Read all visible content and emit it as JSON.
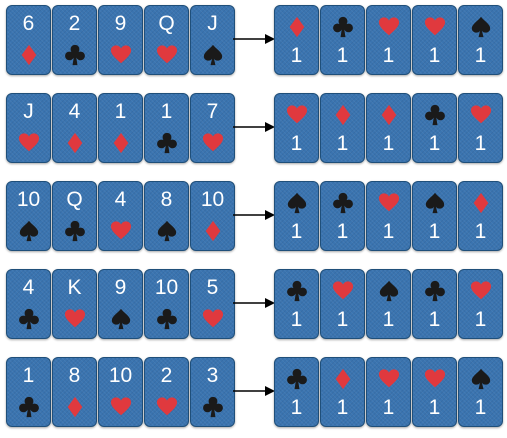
{
  "colors": {
    "card_background": "#3a74b0",
    "red_suit": "#e0393e",
    "black_suit": "#1a1a1a",
    "rank_text": "#ffffff",
    "arrow": "#000000"
  },
  "rows": [
    {
      "left": [
        {
          "rank": "6",
          "suit": "diamond"
        },
        {
          "rank": "2",
          "suit": "club"
        },
        {
          "rank": "9",
          "suit": "heart"
        },
        {
          "rank": "Q",
          "suit": "heart"
        },
        {
          "rank": "J",
          "suit": "spade"
        }
      ],
      "right": [
        {
          "rank": "1",
          "suit": "diamond"
        },
        {
          "rank": "1",
          "suit": "club"
        },
        {
          "rank": "1",
          "suit": "heart"
        },
        {
          "rank": "1",
          "suit": "heart"
        },
        {
          "rank": "1",
          "suit": "spade"
        }
      ]
    },
    {
      "left": [
        {
          "rank": "J",
          "suit": "heart"
        },
        {
          "rank": "4",
          "suit": "diamond"
        },
        {
          "rank": "1",
          "suit": "diamond"
        },
        {
          "rank": "1",
          "suit": "club"
        },
        {
          "rank": "7",
          "suit": "heart"
        }
      ],
      "right": [
        {
          "rank": "1",
          "suit": "heart"
        },
        {
          "rank": "1",
          "suit": "diamond"
        },
        {
          "rank": "1",
          "suit": "diamond"
        },
        {
          "rank": "1",
          "suit": "club"
        },
        {
          "rank": "1",
          "suit": "heart"
        }
      ]
    },
    {
      "left": [
        {
          "rank": "10",
          "suit": "spade"
        },
        {
          "rank": "Q",
          "suit": "club"
        },
        {
          "rank": "4",
          "suit": "heart"
        },
        {
          "rank": "8",
          "suit": "spade"
        },
        {
          "rank": "10",
          "suit": "diamond"
        }
      ],
      "right": [
        {
          "rank": "1",
          "suit": "spade"
        },
        {
          "rank": "1",
          "suit": "club"
        },
        {
          "rank": "1",
          "suit": "heart"
        },
        {
          "rank": "1",
          "suit": "spade"
        },
        {
          "rank": "1",
          "suit": "diamond"
        }
      ]
    },
    {
      "left": [
        {
          "rank": "4",
          "suit": "club"
        },
        {
          "rank": "K",
          "suit": "heart"
        },
        {
          "rank": "9",
          "suit": "spade"
        },
        {
          "rank": "10",
          "suit": "club"
        },
        {
          "rank": "5",
          "suit": "heart"
        }
      ],
      "right": [
        {
          "rank": "1",
          "suit": "club"
        },
        {
          "rank": "1",
          "suit": "heart"
        },
        {
          "rank": "1",
          "suit": "spade"
        },
        {
          "rank": "1",
          "suit": "club"
        },
        {
          "rank": "1",
          "suit": "heart"
        }
      ]
    },
    {
      "left": [
        {
          "rank": "1",
          "suit": "club"
        },
        {
          "rank": "8",
          "suit": "diamond"
        },
        {
          "rank": "10",
          "suit": "heart"
        },
        {
          "rank": "2",
          "suit": "heart"
        },
        {
          "rank": "3",
          "suit": "club"
        }
      ],
      "right": [
        {
          "rank": "1",
          "suit": "club"
        },
        {
          "rank": "1",
          "suit": "diamond"
        },
        {
          "rank": "1",
          "suit": "heart"
        },
        {
          "rank": "1",
          "suit": "heart"
        },
        {
          "rank": "1",
          "suit": "spade"
        }
      ]
    }
  ]
}
